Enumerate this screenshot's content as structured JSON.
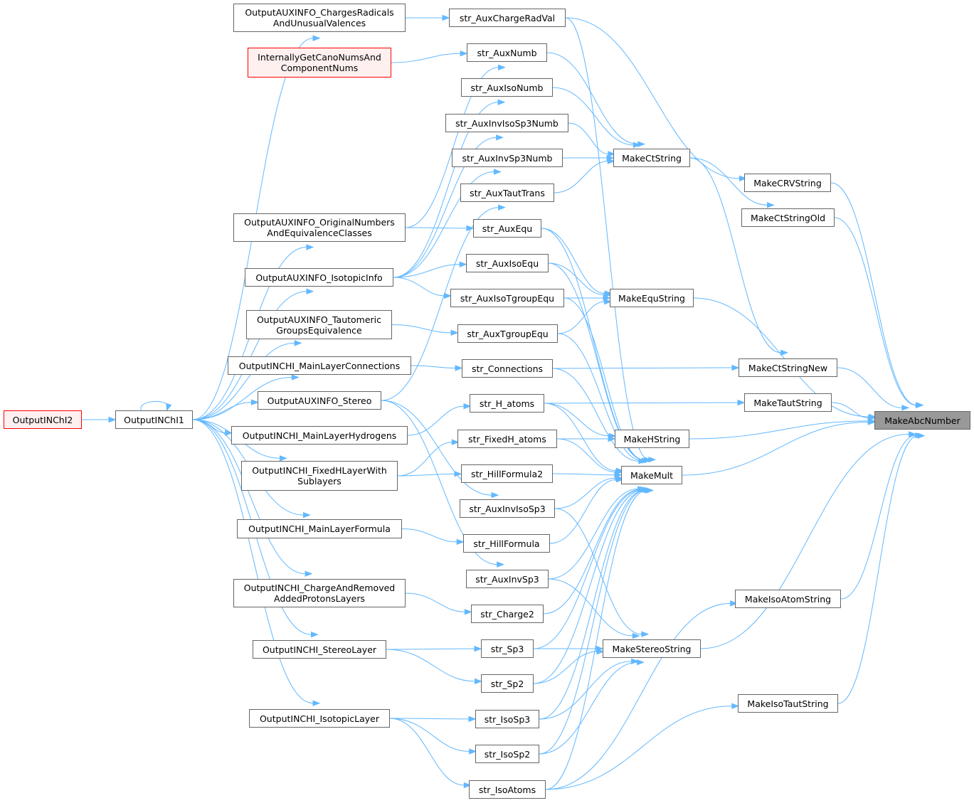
{
  "colors": {
    "edge": "#63b8ff",
    "node_border": "#666666",
    "node_fill": "#ffffff",
    "external_border": "#ff0000",
    "external_fill": "#fff0f0",
    "focus_fill": "#999999"
  },
  "nodes": {
    "OutputINChI2": {
      "lines": [
        "OutputINChI2"
      ],
      "style": "red"
    },
    "OutputINChI1": {
      "lines": [
        "OutputINChI1"
      ],
      "style": "normal"
    },
    "OutputAUXINFO_ChargesRadicalsAndUnusualValences": {
      "lines": [
        "OutputAUXINFO_ChargesRadicals",
        "AndUnusualValences"
      ],
      "style": "normal"
    },
    "InternallyGetCanoNumsAndComponentNums": {
      "lines": [
        "InternallyGetCanoNumsAnd",
        "ComponentNums"
      ],
      "style": "red"
    },
    "OutputAUXINFO_OriginalNumbersAndEquivalenceClasses": {
      "lines": [
        "OutputAUXINFO_OriginalNumbers",
        "AndEquivalenceClasses"
      ],
      "style": "normal"
    },
    "OutputAUXINFO_IsotopicInfo": {
      "lines": [
        "OutputAUXINFO_IsotopicInfo"
      ],
      "style": "normal"
    },
    "OutputAUXINFO_TautomericGroupsEquivalence": {
      "lines": [
        "OutputAUXINFO_Tautomeric",
        "GroupsEquivalence"
      ],
      "style": "normal"
    },
    "OutputINCHI_MainLayerConnections": {
      "lines": [
        "OutputINCHI_MainLayerConnections"
      ],
      "style": "normal"
    },
    "OutputAUXINFO_Stereo": {
      "lines": [
        "OutputAUXINFO_Stereo"
      ],
      "style": "normal"
    },
    "OutputINCHI_MainLayerHydrogens": {
      "lines": [
        "OutputINCHI_MainLayerHydrogens"
      ],
      "style": "normal"
    },
    "OutputINCHI_FixedHLayerWithSublayers": {
      "lines": [
        "OutputINCHI_FixedHLayerWith",
        "Sublayers"
      ],
      "style": "normal"
    },
    "OutputINCHI_MainLayerFormula": {
      "lines": [
        "OutputINCHI_MainLayerFormula"
      ],
      "style": "normal"
    },
    "OutputINCHI_ChargeAndRemovedAddedProtonsLayers": {
      "lines": [
        "OutputINCHI_ChargeAndRemoved",
        "AddedProtonsLayers"
      ],
      "style": "normal"
    },
    "OutputINCHI_StereoLayer": {
      "lines": [
        "OutputINCHI_StereoLayer"
      ],
      "style": "normal"
    },
    "OutputINCHI_IsotopicLayer": {
      "lines": [
        "OutputINCHI_IsotopicLayer"
      ],
      "style": "normal"
    },
    "str_AuxChargeRadVal": {
      "lines": [
        "str_AuxChargeRadVal"
      ],
      "style": "normal"
    },
    "str_AuxNumb": {
      "lines": [
        "str_AuxNumb"
      ],
      "style": "normal"
    },
    "str_AuxIsoNumb": {
      "lines": [
        "str_AuxIsoNumb"
      ],
      "style": "normal"
    },
    "str_AuxInvIsoSp3Numb": {
      "lines": [
        "str_AuxInvIsoSp3Numb"
      ],
      "style": "normal"
    },
    "str_AuxInvSp3Numb": {
      "lines": [
        "str_AuxInvSp3Numb"
      ],
      "style": "normal"
    },
    "str_AuxTautTrans": {
      "lines": [
        "str_AuxTautTrans"
      ],
      "style": "normal"
    },
    "str_AuxEqu": {
      "lines": [
        "str_AuxEqu"
      ],
      "style": "normal"
    },
    "str_AuxIsoEqu": {
      "lines": [
        "str_AuxIsoEqu"
      ],
      "style": "normal"
    },
    "str_AuxIsoTgroupEqu": {
      "lines": [
        "str_AuxIsoTgroupEqu"
      ],
      "style": "normal"
    },
    "str_AuxTgroupEqu": {
      "lines": [
        "str_AuxTgroupEqu"
      ],
      "style": "normal"
    },
    "str_Connections": {
      "lines": [
        "str_Connections"
      ],
      "style": "normal"
    },
    "str_H_atoms": {
      "lines": [
        "str_H_atoms"
      ],
      "style": "normal"
    },
    "str_FixedH_atoms": {
      "lines": [
        "str_FixedH_atoms"
      ],
      "style": "normal"
    },
    "str_HillFormula2": {
      "lines": [
        "str_HillFormula2"
      ],
      "style": "normal"
    },
    "str_AuxInvIsoSp3": {
      "lines": [
        "str_AuxInvIsoSp3"
      ],
      "style": "normal"
    },
    "str_HillFormula": {
      "lines": [
        "str_HillFormula"
      ],
      "style": "normal"
    },
    "str_AuxInvSp3": {
      "lines": [
        "str_AuxInvSp3"
      ],
      "style": "normal"
    },
    "str_Charge2": {
      "lines": [
        "str_Charge2"
      ],
      "style": "normal"
    },
    "str_Sp3": {
      "lines": [
        "str_Sp3"
      ],
      "style": "normal"
    },
    "str_Sp2": {
      "lines": [
        "str_Sp2"
      ],
      "style": "normal"
    },
    "str_IsoSp3": {
      "lines": [
        "str_IsoSp3"
      ],
      "style": "normal"
    },
    "str_IsoSp2": {
      "lines": [
        "str_IsoSp2"
      ],
      "style": "normal"
    },
    "str_IsoAtoms": {
      "lines": [
        "str_IsoAtoms"
      ],
      "style": "normal"
    },
    "MakeCtString": {
      "lines": [
        "MakeCtString"
      ],
      "style": "normal"
    },
    "MakeEquString": {
      "lines": [
        "MakeEquString"
      ],
      "style": "normal"
    },
    "MakeHString": {
      "lines": [
        "MakeHString"
      ],
      "style": "normal"
    },
    "MakeMult": {
      "lines": [
        "MakeMult"
      ],
      "style": "normal"
    },
    "MakeStereoString": {
      "lines": [
        "MakeStereoString"
      ],
      "style": "normal"
    },
    "MakeCRVString": {
      "lines": [
        "MakeCRVString"
      ],
      "style": "normal"
    },
    "MakeCtStringOld": {
      "lines": [
        "MakeCtStringOld"
      ],
      "style": "normal"
    },
    "MakeCtStringNew": {
      "lines": [
        "MakeCtStringNew"
      ],
      "style": "normal"
    },
    "MakeTautString": {
      "lines": [
        "MakeTautString"
      ],
      "style": "normal"
    },
    "MakeIsoAtomString": {
      "lines": [
        "MakeIsoAtomString"
      ],
      "style": "normal"
    },
    "MakeIsoTautString": {
      "lines": [
        "MakeIsoTautString"
      ],
      "style": "normal"
    },
    "MakeAbcNumber": {
      "lines": [
        "MakeAbcNumber"
      ],
      "style": "focus"
    }
  },
  "edges": [
    [
      "OutputINChI2",
      "OutputINChI1"
    ],
    [
      "OutputINChI1",
      "OutputINChI1"
    ],
    [
      "OutputINChI1",
      "OutputAUXINFO_ChargesRadicalsAndUnusualValences"
    ],
    [
      "OutputINChI1",
      "OutputAUXINFO_OriginalNumbersAndEquivalenceClasses"
    ],
    [
      "OutputINChI1",
      "OutputAUXINFO_IsotopicInfo"
    ],
    [
      "OutputINChI1",
      "OutputAUXINFO_TautomericGroupsEquivalence"
    ],
    [
      "OutputINChI1",
      "OutputINCHI_MainLayerConnections"
    ],
    [
      "OutputINChI1",
      "OutputAUXINFO_Stereo"
    ],
    [
      "OutputINChI1",
      "OutputINCHI_MainLayerHydrogens"
    ],
    [
      "OutputINChI1",
      "OutputINCHI_FixedHLayerWithSublayers"
    ],
    [
      "OutputINChI1",
      "OutputINCHI_MainLayerFormula"
    ],
    [
      "OutputINChI1",
      "OutputINCHI_ChargeAndRemovedAddedProtonsLayers"
    ],
    [
      "OutputINChI1",
      "OutputINCHI_StereoLayer"
    ],
    [
      "OutputINChI1",
      "OutputINCHI_IsotopicLayer"
    ],
    [
      "OutputAUXINFO_ChargesRadicalsAndUnusualValences",
      "str_AuxChargeRadVal"
    ],
    [
      "InternallyGetCanoNumsAndComponentNums",
      "str_AuxNumb"
    ],
    [
      "OutputAUXINFO_OriginalNumbersAndEquivalenceClasses",
      "str_AuxNumb"
    ],
    [
      "OutputAUXINFO_OriginalNumbersAndEquivalenceClasses",
      "str_AuxEqu"
    ],
    [
      "OutputAUXINFO_IsotopicInfo",
      "str_AuxIsoNumb"
    ],
    [
      "OutputAUXINFO_IsotopicInfo",
      "str_AuxInvIsoSp3Numb"
    ],
    [
      "OutputAUXINFO_IsotopicInfo",
      "str_AuxInvSp3Numb"
    ],
    [
      "OutputAUXINFO_IsotopicInfo",
      "str_AuxIsoEqu"
    ],
    [
      "OutputAUXINFO_IsotopicInfo",
      "str_AuxIsoTgroupEqu"
    ],
    [
      "OutputAUXINFO_TautomericGroupsEquivalence",
      "str_AuxTgroupEqu"
    ],
    [
      "OutputINCHI_MainLayerConnections",
      "str_Connections"
    ],
    [
      "OutputAUXINFO_Stereo",
      "str_AuxTautTrans"
    ],
    [
      "OutputAUXINFO_Stereo",
      "str_AuxInvIsoSp3"
    ],
    [
      "OutputAUXINFO_Stereo",
      "str_AuxInvSp3"
    ],
    [
      "OutputINCHI_MainLayerHydrogens",
      "str_H_atoms"
    ],
    [
      "OutputINCHI_FixedHLayerWithSublayers",
      "str_FixedH_atoms"
    ],
    [
      "OutputINCHI_FixedHLayerWithSublayers",
      "str_HillFormula2"
    ],
    [
      "OutputINCHI_MainLayerFormula",
      "str_HillFormula"
    ],
    [
      "OutputINCHI_ChargeAndRemovedAddedProtonsLayers",
      "str_Charge2"
    ],
    [
      "OutputINCHI_StereoLayer",
      "str_Sp3"
    ],
    [
      "OutputINCHI_StereoLayer",
      "str_Sp2"
    ],
    [
      "OutputINCHI_IsotopicLayer",
      "str_IsoSp3"
    ],
    [
      "OutputINCHI_IsotopicLayer",
      "str_IsoSp2"
    ],
    [
      "OutputINCHI_IsotopicLayer",
      "str_IsoAtoms"
    ],
    [
      "str_AuxNumb",
      "MakeCtString"
    ],
    [
      "str_AuxIsoNumb",
      "MakeCtString"
    ],
    [
      "str_AuxInvIsoSp3Numb",
      "MakeCtString"
    ],
    [
      "str_AuxInvSp3Numb",
      "MakeCtString"
    ],
    [
      "str_AuxTautTrans",
      "MakeCtString"
    ],
    [
      "str_AuxEqu",
      "MakeEquString"
    ],
    [
      "str_AuxIsoEqu",
      "MakeEquString"
    ],
    [
      "str_AuxIsoTgroupEqu",
      "MakeEquString"
    ],
    [
      "str_AuxTgroupEqu",
      "MakeEquString"
    ],
    [
      "str_H_atoms",
      "MakeHString"
    ],
    [
      "str_FixedH_atoms",
      "MakeHString"
    ],
    [
      "str_AuxChargeRadVal",
      "MakeMult"
    ],
    [
      "str_AuxEqu",
      "MakeMult"
    ],
    [
      "str_AuxIsoEqu",
      "MakeMult"
    ],
    [
      "str_AuxIsoTgroupEqu",
      "MakeMult"
    ],
    [
      "str_AuxTgroupEqu",
      "MakeMult"
    ],
    [
      "str_Connections",
      "MakeMult"
    ],
    [
      "str_H_atoms",
      "MakeMult"
    ],
    [
      "str_FixedH_atoms",
      "MakeMult"
    ],
    [
      "str_HillFormula2",
      "MakeMult"
    ],
    [
      "str_AuxInvIsoSp3",
      "MakeMult"
    ],
    [
      "str_HillFormula",
      "MakeMult"
    ],
    [
      "str_AuxInvSp3",
      "MakeMult"
    ],
    [
      "str_Charge2",
      "MakeMult"
    ],
    [
      "str_Sp3",
      "MakeMult"
    ],
    [
      "str_Sp2",
      "MakeMult"
    ],
    [
      "str_IsoSp3",
      "MakeMult"
    ],
    [
      "str_IsoSp2",
      "MakeMult"
    ],
    [
      "str_IsoAtoms",
      "MakeMult"
    ],
    [
      "str_AuxInvIsoSp3",
      "MakeStereoString"
    ],
    [
      "str_AuxInvSp3",
      "MakeStereoString"
    ],
    [
      "str_Sp3",
      "MakeStereoString"
    ],
    [
      "str_Sp2",
      "MakeStereoString"
    ],
    [
      "str_IsoSp3",
      "MakeStereoString"
    ],
    [
      "str_IsoSp2",
      "MakeStereoString"
    ],
    [
      "str_AuxChargeRadVal",
      "MakeCRVString"
    ],
    [
      "MakeCtString",
      "MakeCtStringOld"
    ],
    [
      "MakeCtString",
      "MakeCtStringNew"
    ],
    [
      "str_Connections",
      "MakeCtStringNew"
    ],
    [
      "str_H_atoms",
      "MakeTautString"
    ],
    [
      "str_IsoAtoms",
      "MakeIsoAtomString"
    ],
    [
      "str_IsoAtoms",
      "MakeIsoTautString"
    ],
    [
      "MakeCRVString",
      "MakeAbcNumber"
    ],
    [
      "MakeCtStringOld",
      "MakeAbcNumber"
    ],
    [
      "MakeEquString",
      "MakeAbcNumber"
    ],
    [
      "MakeCtStringNew",
      "MakeAbcNumber"
    ],
    [
      "MakeTautString",
      "MakeAbcNumber"
    ],
    [
      "MakeHString",
      "MakeAbcNumber"
    ],
    [
      "MakeMult",
      "MakeAbcNumber"
    ],
    [
      "MakeStereoString",
      "MakeAbcNumber"
    ],
    [
      "MakeIsoAtomString",
      "MakeAbcNumber"
    ],
    [
      "MakeIsoTautString",
      "MakeAbcNumber"
    ]
  ]
}
